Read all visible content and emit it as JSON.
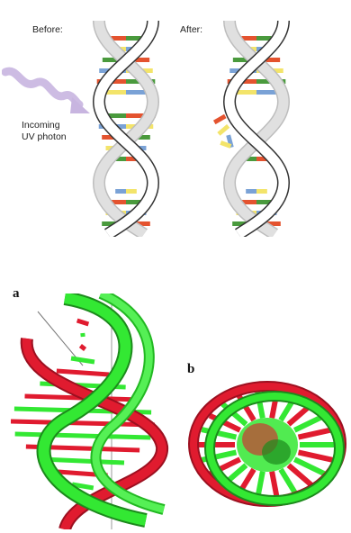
{
  "top": {
    "before_label": "Before:",
    "after_label": "After:",
    "photon_label_line1": "Incoming",
    "photon_label_line2": "UV photon"
  },
  "bottom": {
    "panel_a_label": "a",
    "panel_b_label": "b"
  },
  "colors": {
    "base_red": "#e4532f",
    "base_yellow": "#f3e46a",
    "base_green": "#4a9a3d",
    "base_blue": "#7aa2d6",
    "photon": "#c8b5e0",
    "strand_green": "#33e833",
    "strand_red": "#e01b2f"
  }
}
